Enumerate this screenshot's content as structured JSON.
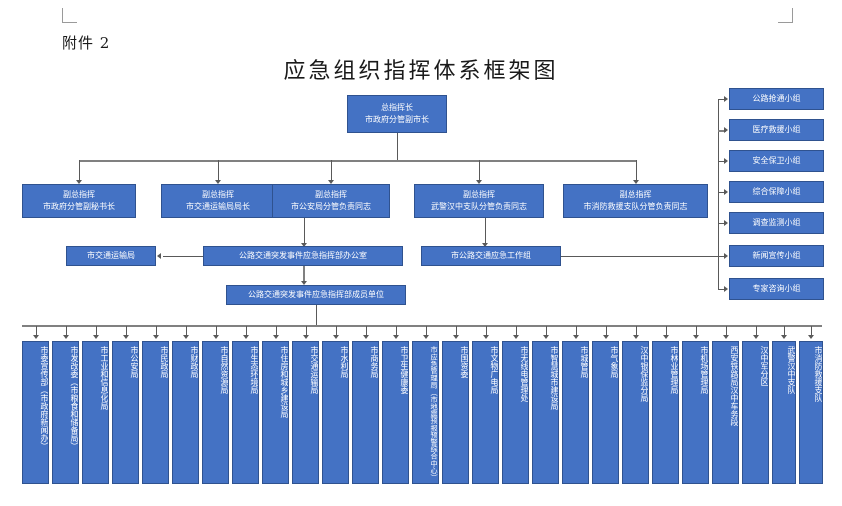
{
  "document": {
    "attachment_label": "附件 2",
    "title": "应急组织指挥体系框架图"
  },
  "colors": {
    "box_fill": "#4472c4",
    "box_border": "#2f528f",
    "box_text": "#ffffff",
    "connector": "#595959",
    "page_background": "#ffffff"
  },
  "commander": {
    "line1": "总指挥长",
    "line2": "市政府分管副市长"
  },
  "deputy_commanders": [
    {
      "line1": "副总指挥",
      "line2": "市政府分管副秘书长"
    },
    {
      "line1": "副总指挥",
      "line2": "市交通运输局局长"
    },
    {
      "line1": "副总指挥",
      "line2": "市公安局分管负责同志"
    },
    {
      "line1": "副总指挥",
      "line2": "武警汉中支队分管负责同志"
    },
    {
      "line1": "副总指挥",
      "line2": "市消防救援支队分管负责同志"
    }
  ],
  "mid_row": {
    "transport_bureau": "市交通运输局",
    "command_office": "公路交通突发事件应急指挥部办公室",
    "highway_workgroup": "市公路交通应急工作组"
  },
  "member_units_header": "公路交通突发事件应急指挥部成员单位",
  "work_groups": [
    "公路抢通小组",
    "医疗救援小组",
    "安全保卫小组",
    "综合保障小组",
    "调查监测小组",
    "新闻宣传小组",
    "专家咨询小组"
  ],
  "member_units": [
    "市委宣传部（市政府新闻办）",
    "市发改委（市粮食和储备局）",
    "市工业和信息化局",
    "市公安局",
    "市民政局",
    "市财政局",
    "市自然资源局",
    "市生态环境局",
    "市住房和城乡建设局",
    "市交通运输局",
    "市水利局",
    "市商务局",
    "市卫生健康委",
    "市应急管理局（市地震预报预警综合中心）",
    "市国资委",
    "市文物广电局",
    "市无线电管理处",
    "市智慧城市建设局",
    "市城管局",
    "市气象局",
    "汉中银保监分局",
    "市林业管理局",
    "市机场管理局",
    "西安铁路局汉中车务段",
    "汉中军分区",
    "武警汉中支队",
    "市消防救援支队"
  ]
}
